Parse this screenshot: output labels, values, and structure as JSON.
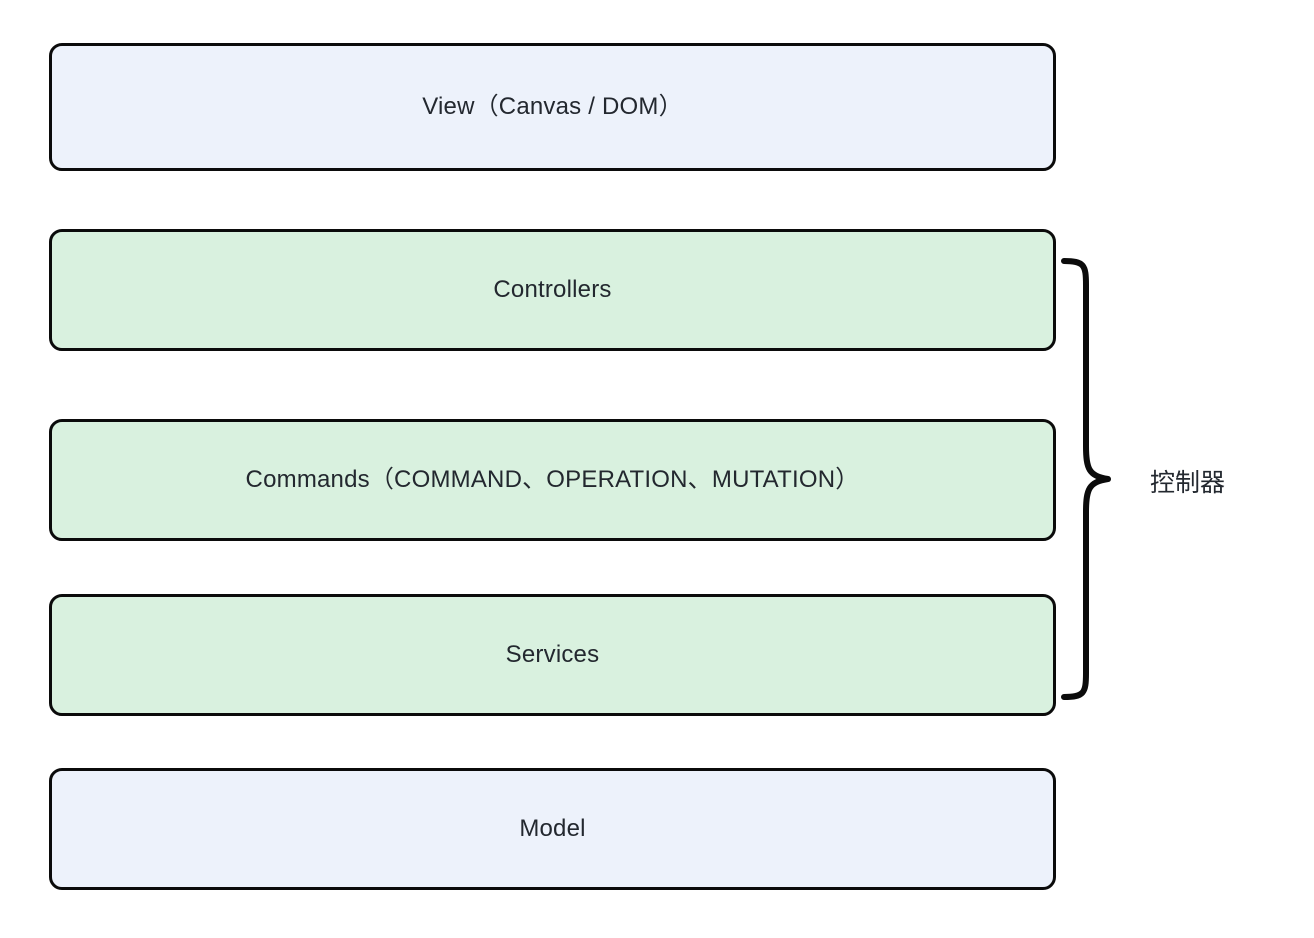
{
  "diagram": {
    "title": "Layered architecture diagram",
    "background_color": "#ffffff",
    "stroke_color": "#0b0b0b",
    "text_color": "#23282f",
    "fill_blue": "#edf2fb",
    "fill_green": "#d9f1df",
    "layers": [
      {
        "id": "view",
        "label": "View（Canvas / DOM）",
        "fill": "#edf2fb",
        "group": null
      },
      {
        "id": "controllers",
        "label": "Controllers",
        "fill": "#d9f1df",
        "group": "controller-group"
      },
      {
        "id": "commands",
        "label": "Commands（COMMAND、OPERATION、MUTATION）",
        "fill": "#d9f1df",
        "group": "controller-group"
      },
      {
        "id": "services",
        "label": "Services",
        "fill": "#d9f1df",
        "group": "controller-group"
      },
      {
        "id": "model",
        "label": "Model",
        "fill": "#edf2fb",
        "group": null
      }
    ],
    "groups": [
      {
        "id": "controller-group",
        "label": "控制器",
        "bracket": "right-curly-brace",
        "spans": [
          "controllers",
          "commands",
          "services"
        ]
      }
    ]
  }
}
